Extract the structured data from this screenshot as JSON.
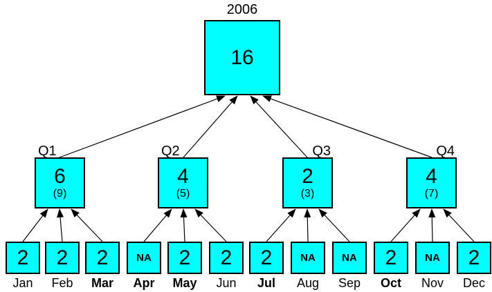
{
  "year": {
    "label": "2006",
    "value": "16"
  },
  "quarters": [
    {
      "label": "Q1",
      "value": "6",
      "sub": "(9)",
      "label_pos": "left"
    },
    {
      "label": "Q2",
      "value": "4",
      "sub": "(5)",
      "label_pos": "left"
    },
    {
      "label": "Q3",
      "value": "2",
      "sub": "(3)",
      "label_pos": "right"
    },
    {
      "label": "Q4",
      "value": "4",
      "sub": "(7)",
      "label_pos": "right"
    }
  ],
  "months": [
    {
      "label": "Jan",
      "value": "2",
      "kind": "num",
      "weight": "normal"
    },
    {
      "label": "Feb",
      "value": "2",
      "kind": "num",
      "weight": "normal"
    },
    {
      "label": "Mar",
      "value": "2",
      "kind": "num",
      "weight": "bold"
    },
    {
      "label": "Apr",
      "value": "NA",
      "kind": "na",
      "weight": "bold"
    },
    {
      "label": "May",
      "value": "2",
      "kind": "num",
      "weight": "bold"
    },
    {
      "label": "Jun",
      "value": "2",
      "kind": "num",
      "weight": "normal"
    },
    {
      "label": "Jul",
      "value": "2",
      "kind": "num",
      "weight": "bold"
    },
    {
      "label": "Aug",
      "value": "NA",
      "kind": "na",
      "weight": "normal"
    },
    {
      "label": "Sep",
      "value": "NA",
      "kind": "na",
      "weight": "normal"
    },
    {
      "label": "Oct",
      "value": "2",
      "kind": "num",
      "weight": "bold"
    },
    {
      "label": "Nov",
      "value": "NA",
      "kind": "na",
      "weight": "normal"
    },
    {
      "label": "Dec",
      "value": "2",
      "kind": "num",
      "weight": "normal"
    }
  ],
  "colors": {
    "box_fill": "#00ffff",
    "box_border": "#000000",
    "background": "#ffffff"
  }
}
